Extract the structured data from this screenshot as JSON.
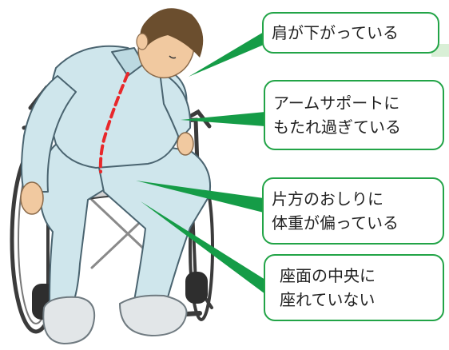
{
  "callouts": [
    {
      "text": "肩が下がっている"
    },
    {
      "text": "アームサポートに\nもたれ過ぎている"
    },
    {
      "text": "片方のおしりに\n体重が偏っている"
    },
    {
      "text": "座面の中央に\n座れていない"
    }
  ],
  "colors": {
    "callout_border": "#22a447",
    "pointer": "#159c47",
    "spine_line": "#e8282b",
    "pajama": "#cfe6ec",
    "hair": "#6b4e2e",
    "skin": "#f1c9a0",
    "wheelchair": "#3b3b3b",
    "slipper": "#e2e6e8"
  }
}
